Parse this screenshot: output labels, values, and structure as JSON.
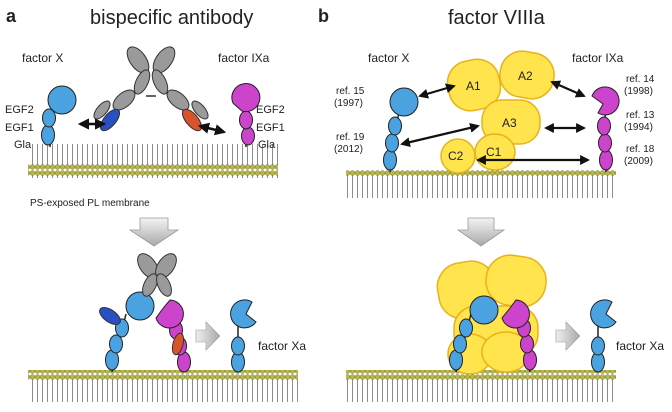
{
  "panels": {
    "a": {
      "letter": "a",
      "title": "bispecific antibody",
      "factor_x": "factor X",
      "factor_ixa": "factor IXa",
      "domains_left": [
        "EGF2",
        "EGF1",
        "Gla"
      ],
      "domains_right": [
        "EGF2",
        "EGF1",
        "Gla"
      ],
      "membrane": "PS-exposed PL membrane",
      "product": "factor Xa"
    },
    "b": {
      "letter": "b",
      "title": "factor VIIIa",
      "factor_x": "factor X",
      "factor_ixa": "factor IXa",
      "domains": [
        "A1",
        "A2",
        "A3",
        "C1",
        "C2"
      ],
      "refs_left": [
        {
          "ref": "ref. 15",
          "year": "(1997)"
        },
        {
          "ref": "ref. 19",
          "year": "(2012)"
        }
      ],
      "refs_right": [
        {
          "ref": "ref. 14",
          "year": "(1998)"
        },
        {
          "ref": "ref. 13",
          "year": "(1994)"
        },
        {
          "ref": "ref. 18",
          "year": "(2009)"
        }
      ],
      "product": "factor Xa"
    }
  },
  "colors": {
    "factor_x": "#4aa3e0",
    "factor_ixa": "#cc44cc",
    "factor_viiia": "#ffe44d",
    "membrane_head": "#b7b84a",
    "antibody_gray": "#9a9a9a",
    "antibody_blue": "#2a4fc0",
    "antibody_red": "#d9532b"
  }
}
